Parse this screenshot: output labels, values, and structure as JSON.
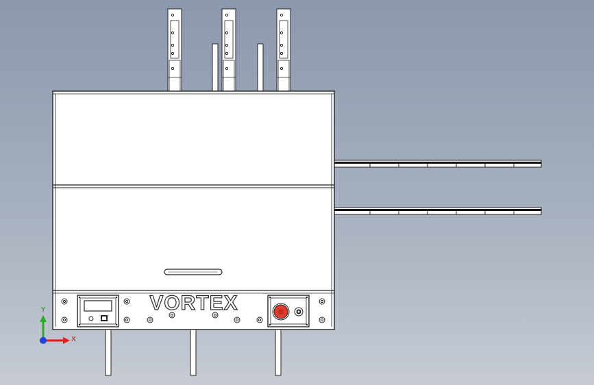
{
  "machine": {
    "brand_label": "VORTEX"
  },
  "triad": {
    "x_label": "X",
    "y_label": "Y"
  },
  "colors": {
    "background_top": "#8b98ac",
    "background_bottom": "#c6cbd3",
    "emergency_stop": "#e03a2e",
    "axis_x": "#e02020",
    "axis_y": "#20b020",
    "axis_z": "#2040e0"
  },
  "icons": [
    "emergency-stop-button",
    "key-switch-icon",
    "digital-display-icon",
    "axis-triad-icon"
  ]
}
